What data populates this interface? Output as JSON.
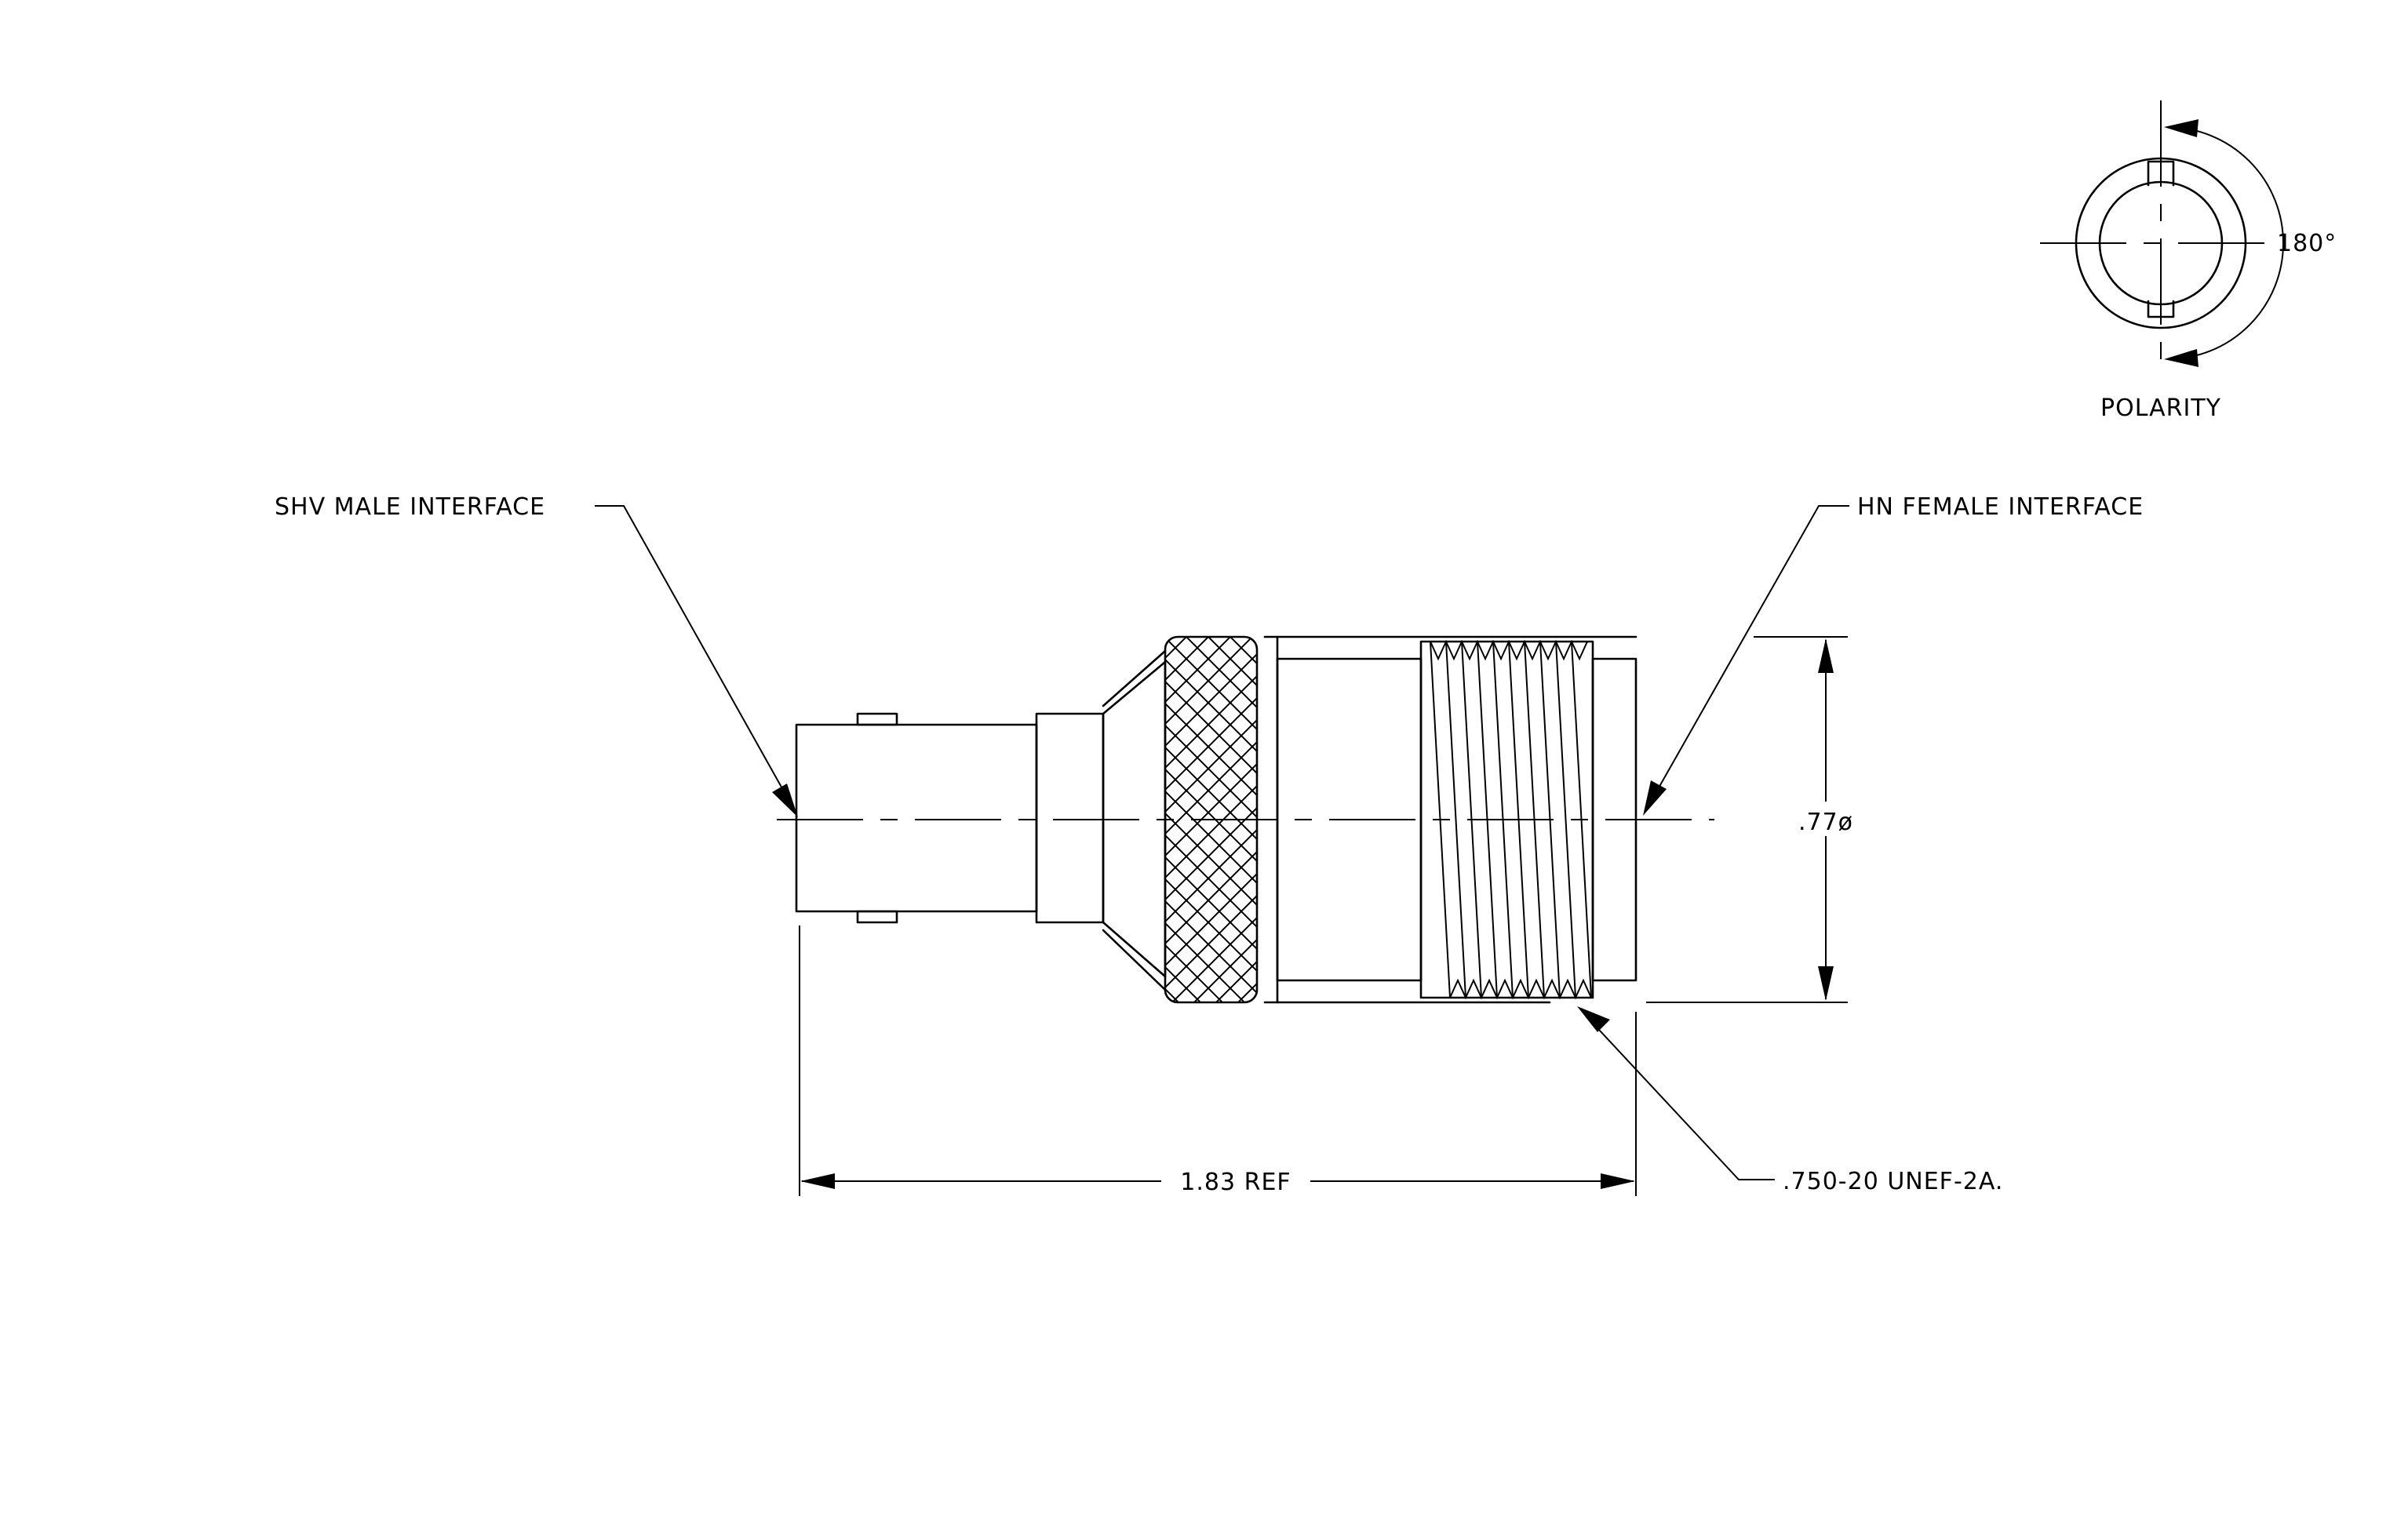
{
  "labels": {
    "shv": "SHV MALE INTERFACE",
    "hn": "HN FEMALE INTERFACE",
    "diameter": ".77ø",
    "length": "1.83 REF",
    "thread": ".750-20 UNEF-2A.",
    "angle": "180°",
    "polarity": "POLARITY"
  }
}
